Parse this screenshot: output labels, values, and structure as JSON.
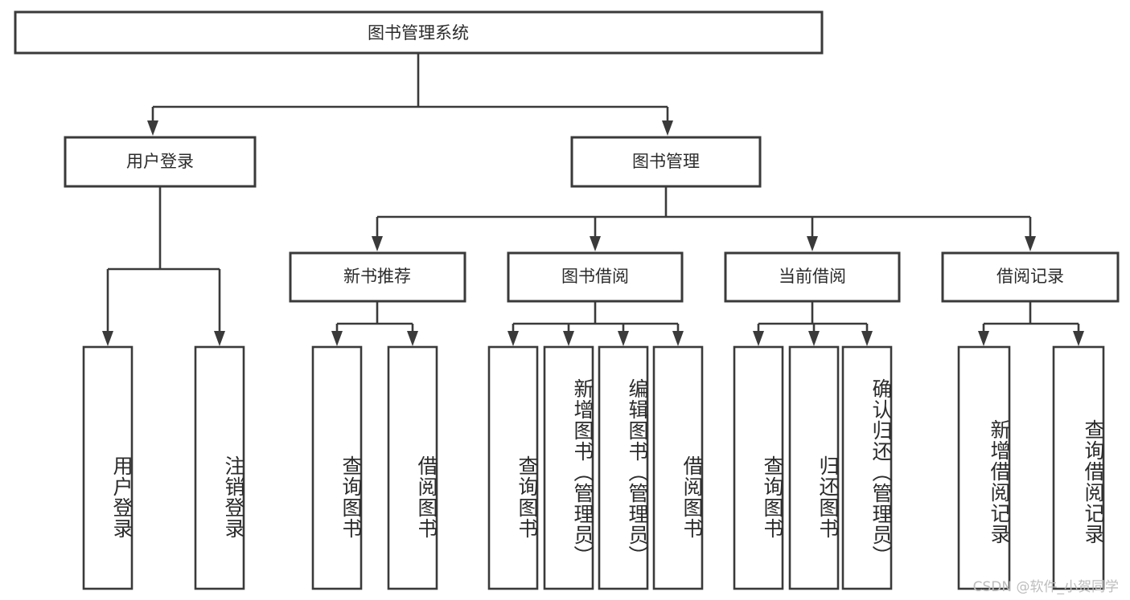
{
  "diagram": {
    "type": "tree",
    "title": "图书管理系统",
    "orientation": "top-down",
    "colors": {
      "box_stroke": "#3a3a3a",
      "box_fill": "#ffffff",
      "text": "#2b2b2b",
      "background": "#ffffff",
      "watermark": "#bdbdbd"
    },
    "nodes": {
      "root": {
        "label": "图书管理系统"
      },
      "level2": [
        {
          "id": "user-login",
          "label": "用户登录"
        },
        {
          "id": "book-manage",
          "label": "图书管理"
        }
      ],
      "level3": [
        {
          "id": "new-book-recommend",
          "label": "新书推荐"
        },
        {
          "id": "book-borrow",
          "label": "图书借阅"
        },
        {
          "id": "current-borrow",
          "label": "当前借阅"
        },
        {
          "id": "borrow-record",
          "label": "借阅记录"
        }
      ],
      "leaves": {
        "user-login": [
          {
            "id": "leaf-user-login",
            "label": "用户登录"
          },
          {
            "id": "leaf-user-logout",
            "label": "注销登录"
          }
        ],
        "new-book-recommend": [
          {
            "id": "leaf-query-book-1",
            "label": "查询图书"
          },
          {
            "id": "leaf-borrow-book-1",
            "label": "借阅图书"
          }
        ],
        "book-borrow": [
          {
            "id": "leaf-query-book-2",
            "label": "查询图书"
          },
          {
            "id": "leaf-add-book",
            "label": "新增图书（管理员）"
          },
          {
            "id": "leaf-edit-book",
            "label": "编辑图书（管理员）"
          },
          {
            "id": "leaf-borrow-book-2",
            "label": "借阅图书"
          }
        ],
        "current-borrow": [
          {
            "id": "leaf-query-book-3",
            "label": "查询图书"
          },
          {
            "id": "leaf-return-book",
            "label": "归还图书"
          },
          {
            "id": "leaf-confirm-return",
            "label": "确认归还（管理员）"
          }
        ],
        "borrow-record": [
          {
            "id": "leaf-add-record",
            "label": "新增借阅记录"
          },
          {
            "id": "leaf-query-record",
            "label": "查询借阅记录"
          }
        ]
      }
    }
  },
  "watermark": {
    "text": "CSDN @软件_小贺同学"
  }
}
